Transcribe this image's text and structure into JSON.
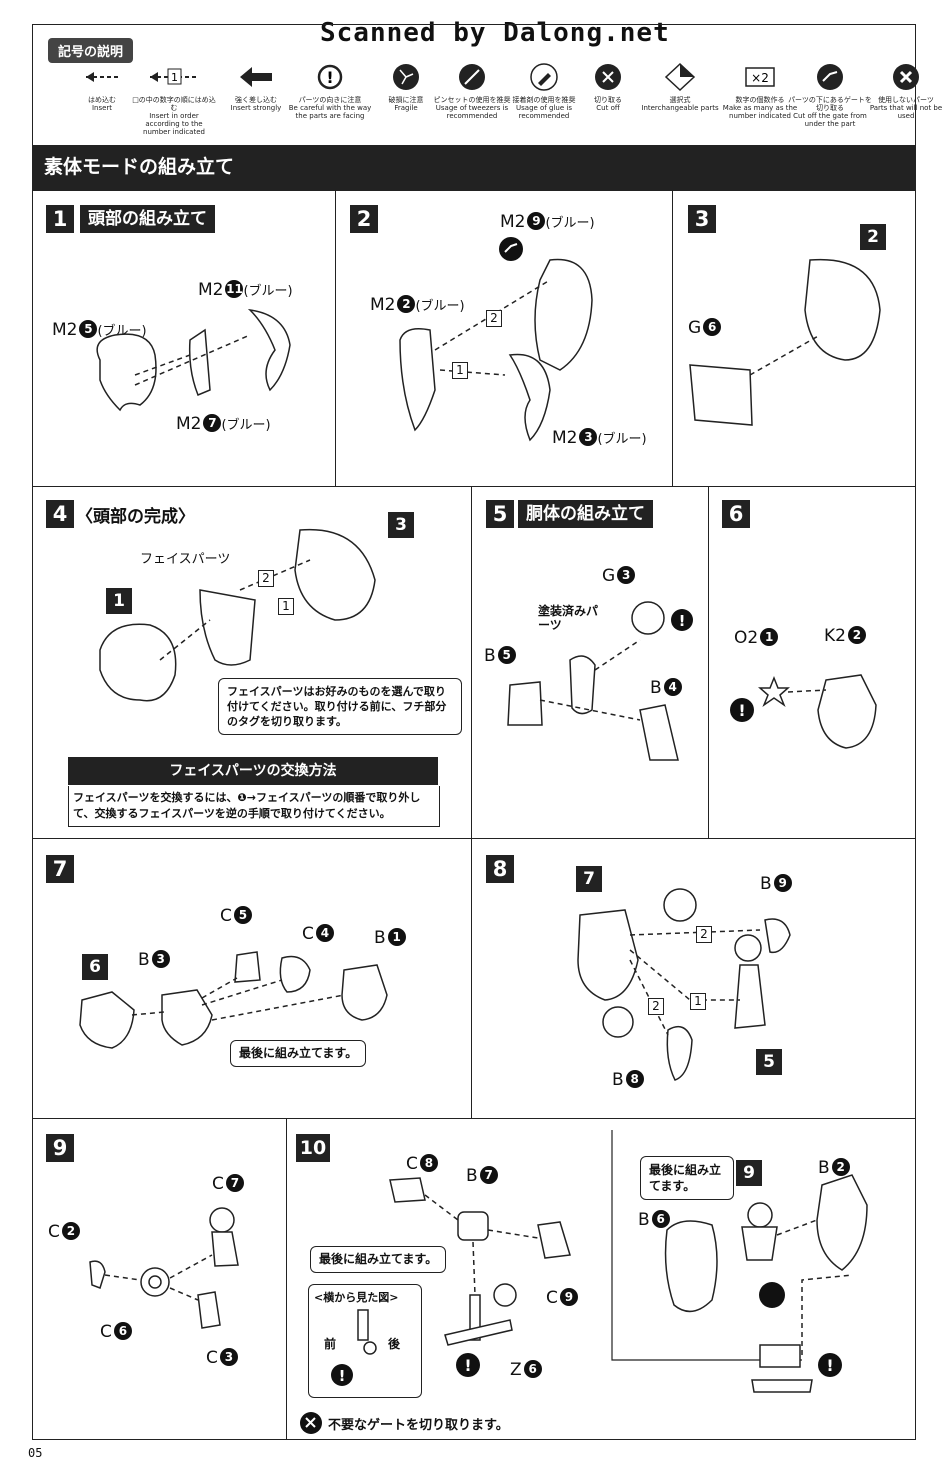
{
  "watermark": "Scanned by Dalong.net",
  "legend": {
    "title": "記号の説明",
    "symbols": [
      {
        "ja": "はめ込む",
        "en": "Insert",
        "icon": "dashed-arrow-icon"
      },
      {
        "ja": "□の中の数字の順にはめ込む",
        "en": "Insert in order according to the number indicated",
        "icon": "numbered-arrow-icon"
      },
      {
        "ja": "強く差し込む",
        "en": "Insert strongly",
        "icon": "bold-arrow-icon"
      },
      {
        "ja": "パーツの向きに注意",
        "en": "Be careful with the way the parts are facing",
        "icon": "caution-icon"
      },
      {
        "ja": "破損に注意",
        "en": "Fragile",
        "icon": "fragile-icon"
      },
      {
        "ja": "ピンセットの使用を推奨",
        "en": "Usage of tweezers is recommended",
        "icon": "tweezers-icon"
      },
      {
        "ja": "接着剤の使用を推奨",
        "en": "Usage of glue is recommended",
        "icon": "glue-icon"
      },
      {
        "ja": "切り取る",
        "en": "Cut off",
        "icon": "cut-icon"
      },
      {
        "ja": "選択式",
        "en": "Interchangeable parts",
        "icon": "interchangeable-icon"
      },
      {
        "ja": "数字の個数作る",
        "en": "Make as many as the number indicated",
        "icon": "multiply-icon",
        "mark": "×2"
      },
      {
        "ja": "パーツの下にあるゲートを切り取る",
        "en": "Cut off the gate from under the part",
        "icon": "gate-cut-icon"
      },
      {
        "ja": "使用しないパーツ",
        "en": "Parts that will not be used",
        "icon": "unused-icon"
      }
    ],
    "numbered_mark": "1"
  },
  "section_title": "素体モードの組み立て",
  "steps": {
    "s1": {
      "num": "1",
      "title": "頭部の組み立て",
      "labels": [
        {
          "runner": "M2",
          "part": "11",
          "note": "(ブルー)"
        },
        {
          "runner": "M2",
          "part": "5",
          "note": "(ブルー)"
        },
        {
          "runner": "M2",
          "part": "7",
          "note": "(ブルー)"
        }
      ]
    },
    "s2": {
      "num": "2",
      "labels": [
        {
          "runner": "M2",
          "part": "9",
          "note": "(ブルー)"
        },
        {
          "runner": "M2",
          "part": "2",
          "note": "(ブルー)"
        },
        {
          "runner": "M2",
          "part": "3",
          "note": "(ブルー)"
        }
      ],
      "order": [
        "1",
        "2"
      ]
    },
    "s3": {
      "num": "3",
      "labels": [
        {
          "runner": "G",
          "part": "6"
        }
      ],
      "ref": "2"
    },
    "s4": {
      "num": "4",
      "title": "〈頭部の完成〉",
      "face_label": "フェイスパーツ",
      "ref1": "1",
      "ref3": "3",
      "order": [
        "1",
        "2"
      ],
      "note": "フェイスパーツはお好みのものを選んで取り付けてください。取り付ける前に、フチ部分のタグを切り取ります。",
      "swap_title": "フェイスパーツの交換方法",
      "swap_text": "フェイスパーツを交換するには、❶→フェイスパーツの順番で取り外して、交換するフェイスパーツを逆の手順で取り付けてください。"
    },
    "s5": {
      "num": "5",
      "title": "胴体の組み立て",
      "painted": "塗装済みパーツ",
      "labels": [
        {
          "runner": "G",
          "part": "3"
        },
        {
          "runner": "B",
          "part": "5"
        },
        {
          "runner": "B",
          "part": "4"
        }
      ]
    },
    "s6": {
      "num": "6",
      "labels": [
        {
          "runner": "O2",
          "part": "1"
        },
        {
          "runner": "K2",
          "part": "2"
        }
      ]
    },
    "s7": {
      "num": "7",
      "ref": "6",
      "note": "最後に組み立てます。",
      "labels": [
        {
          "runner": "C",
          "part": "5"
        },
        {
          "runner": "C",
          "part": "4"
        },
        {
          "runner": "B",
          "part": "1"
        },
        {
          "runner": "B",
          "part": "3"
        }
      ]
    },
    "s8": {
      "num": "8",
      "ref7": "7",
      "ref5": "5",
      "order": [
        "2",
        "1",
        "2"
      ],
      "labels": [
        {
          "runner": "B",
          "part": "9"
        },
        {
          "runner": "B",
          "part": "8"
        }
      ]
    },
    "s9": {
      "num": "9",
      "labels": [
        {
          "runner": "C",
          "part": "7"
        },
        {
          "runner": "C",
          "part": "2"
        },
        {
          "runner": "C",
          "part": "6"
        },
        {
          "runner": "C",
          "part": "3"
        }
      ]
    },
    "s10": {
      "num": "10",
      "note": "最後に組み立てます。",
      "side_title": "<横から見た図>",
      "front": "前",
      "back": "後",
      "gate_note": "不要なゲートを切り取ります。",
      "note2": "最後に組み立てます。",
      "ref9": "9",
      "labels": [
        {
          "runner": "C",
          "part": "8"
        },
        {
          "runner": "B",
          "part": "7"
        },
        {
          "runner": "C",
          "part": "9"
        },
        {
          "runner": "Z",
          "part": "6"
        },
        {
          "runner": "B",
          "part": "6"
        },
        {
          "runner": "B",
          "part": "2"
        }
      ]
    }
  },
  "page_number": "05"
}
